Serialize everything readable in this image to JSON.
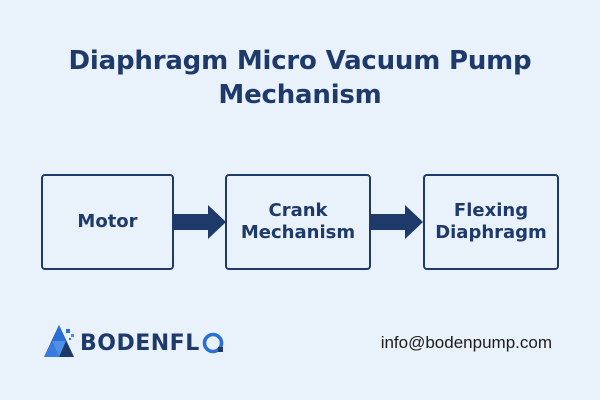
{
  "title": {
    "line1": "Diaphragm Micro Vacuum Pump",
    "line2": "Mechanism"
  },
  "diagram": {
    "nodes": [
      {
        "lines": [
          "Motor"
        ]
      },
      {
        "lines": [
          "Crank",
          "Mechanism"
        ]
      },
      {
        "lines": [
          "Flexing",
          "Diaphragm"
        ]
      }
    ],
    "edges": [
      {
        "from": 0,
        "to": 1
      },
      {
        "from": 1,
        "to": 2
      }
    ]
  },
  "footer": {
    "logo_text": "BODENFL",
    "logo_icon": "triangle-gem-icon",
    "email": "info@bodenpump.com"
  },
  "colors": {
    "background": "#e9f1fb",
    "primary": "#1d3a6b",
    "accent": "#2a6fd6"
  }
}
